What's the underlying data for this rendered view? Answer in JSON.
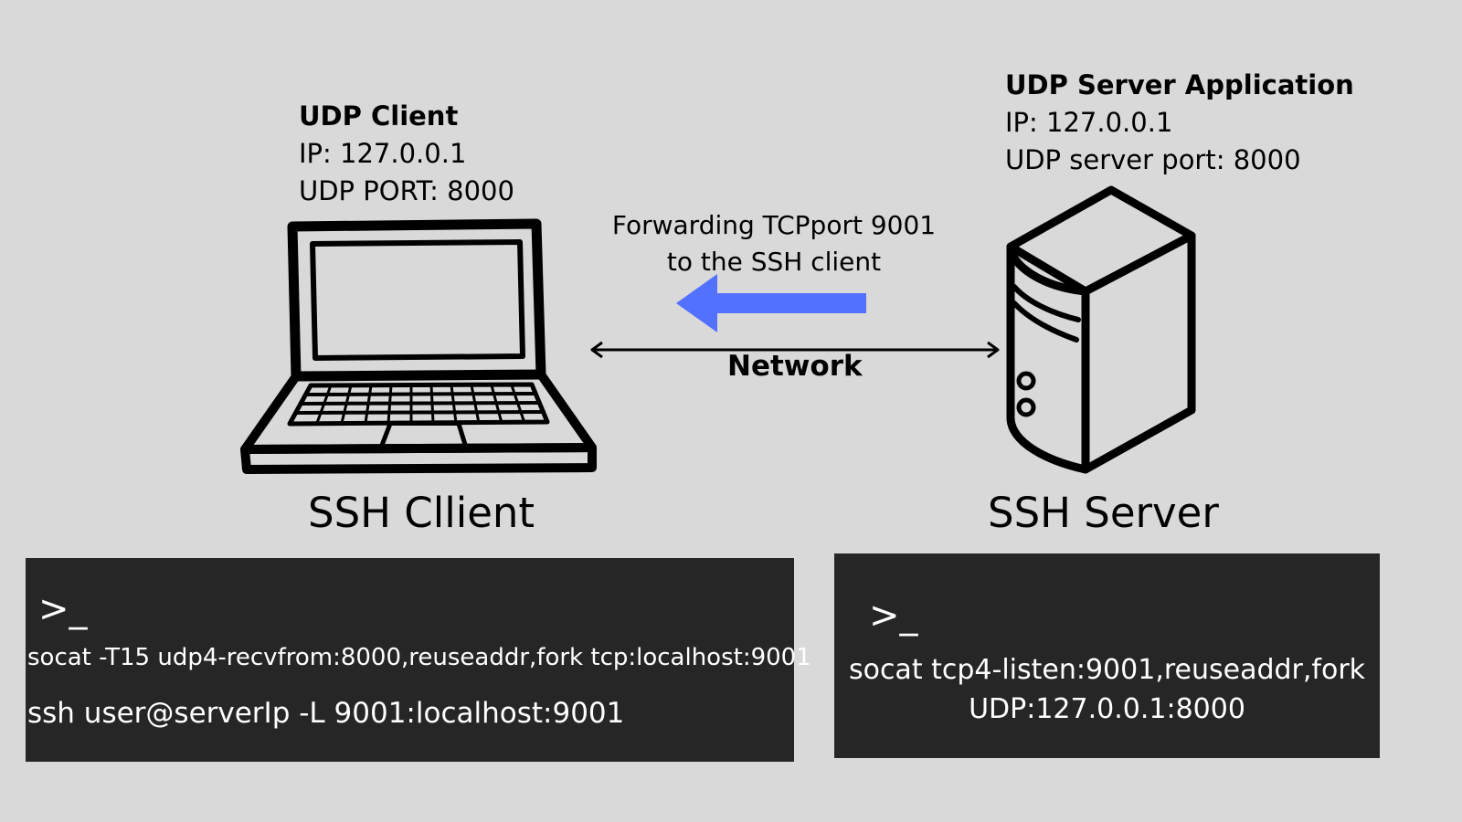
{
  "client_info": {
    "title": "UDP Client",
    "ip": "IP: 127.0.0.1",
    "port": "UDP PORT: 8000"
  },
  "server_info": {
    "title": "UDP Server Application",
    "ip": "IP: 127.0.0.1",
    "port": "UDP server port: 8000"
  },
  "forwarding": {
    "line1": "Forwarding TCPport 9001",
    "line2": "to the SSH client",
    "arrow_color": "#5271ff"
  },
  "network": {
    "label": "Network"
  },
  "client_caption": "SSH Cllient",
  "server_caption": "SSH Server",
  "icons": {
    "client": "laptop-icon",
    "server": "server-tower-icon"
  },
  "client_terminal": {
    "prompt": ">_",
    "command1": "socat -T15 udp4-recvfrom:8000,reuseaddr,fork tcp:localhost:9001",
    "command2": "ssh user@serverIp -L 9001:localhost:9001"
  },
  "server_terminal": {
    "prompt": ">_",
    "command_line1": "socat tcp4-listen:9001,reuseaddr,fork",
    "command_line2": "UDP:127.0.0.1:8000"
  },
  "colors": {
    "background": "#d9d9d9",
    "terminal": "#262626",
    "arrow": "#5271ff"
  }
}
